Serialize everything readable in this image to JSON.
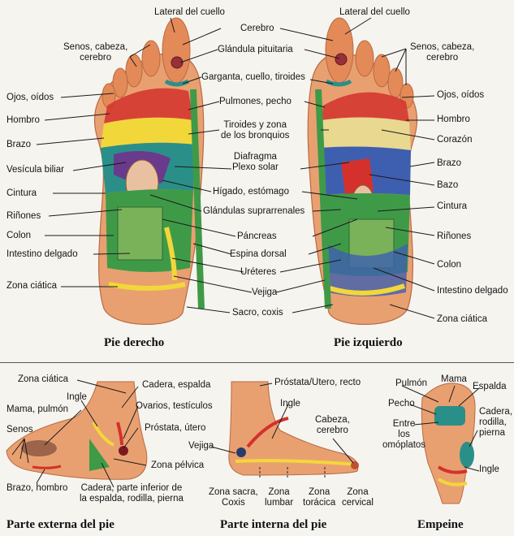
{
  "colors": {
    "skin": "#e9a071",
    "skin_dark": "#c7744a",
    "toe_tip": "#e58a5a",
    "red": "#d4312c",
    "yellow": "#f2d73a",
    "green": "#3f9a48",
    "teal": "#2a8f89",
    "blue": "#3e5fb0",
    "purple": "#6a3a8c",
    "line": "#1b1b1b"
  },
  "titles": {
    "right_foot": "Pie derecho",
    "left_foot": "Pie izquierdo",
    "outer": "Parte externa del pie",
    "inner": "Parte interna del pie",
    "instep": "Empeine"
  },
  "right_foot_labels": {
    "lateral_cuello": "Lateral del cuello",
    "senos": "Senos, cabeza,",
    "senos2": "cerebro",
    "ojos": "Ojos, oídos",
    "hombro": "Hombro",
    "brazo": "Brazo",
    "vesicula": "Vesícula biliar",
    "cintura": "Cintura",
    "rinones": "Riñones",
    "colon": "Colon",
    "intestino": "Intestino delgado",
    "ciatica": "Zona ciática"
  },
  "center_labels": {
    "cerebro": "Cerebro",
    "pituitaria": "Glándula pituitaria",
    "garganta": "Garganta, cuello, tiroides",
    "pulmones": "Pulmones, pecho",
    "tiroides": "Tiroides y zona",
    "tiroides2": "de los bronquios",
    "diafragma": "Diafragma",
    "plexo": "Plexo solar",
    "higado": "Hígado, estómago",
    "suprarrenales": "Glándulas suprarrenales",
    "pancreas": "Páncreas",
    "espina": "Espina dorsal",
    "ureteres": "Uréteres",
    "vejiga": "Vejiga",
    "sacro": "Sacro, coxis"
  },
  "left_foot_labels": {
    "lateral_cuello": "Lateral del cuello",
    "senos": "Senos, cabeza,",
    "senos2": "cerebro",
    "ojos": "Ojos, oídos",
    "hombro": "Hombro",
    "corazon": "Corazón",
    "brazo": "Brazo",
    "bazo": "Bazo",
    "cintura": "Cintura",
    "rinones": "Riñones",
    "colon": "Colon",
    "intestino": "Intestino delgado",
    "ciatica": "Zona ciática"
  },
  "outer_labels": {
    "ciatica": "Zona ciática",
    "mama": "Mama, pulmón",
    "ingle": "Ingle",
    "senos": "Senos",
    "brazo": "Brazo, hombro",
    "cadera_esp": "Cadera, espalda",
    "ovarios": "Ovarios, testículos",
    "prostata": "Próstata, útero",
    "pelvica": "Zona pélvica",
    "cadera1": "Cadera, parte inferior de",
    "cadera2": "la espalda, rodilla, pierna"
  },
  "inner_labels": {
    "prostata": "Próstata/Utero, recto",
    "ingle": "Ingle",
    "vejiga": "Vejiga",
    "cabeza": "Cabeza,",
    "cabeza2": "cerebro",
    "sacra": "Zona sacra,",
    "sacra2": "Coxis",
    "lumbar": "Zona",
    "lumbar2": "lumbar",
    "toracica": "Zona",
    "toracica2": "torácica",
    "cervical": "Zona",
    "cervical2": "cervical"
  },
  "instep_labels": {
    "pulmon": "Pulmón",
    "mama": "Mama",
    "espalda": "Espalda",
    "pecho": "Pecho",
    "entre": "Entre",
    "entre2": "los",
    "entre3": "omóplatos",
    "cadera": "Cadera,",
    "cadera2": "rodilla,",
    "cadera3": "pierna",
    "ingle": "Ingle"
  }
}
